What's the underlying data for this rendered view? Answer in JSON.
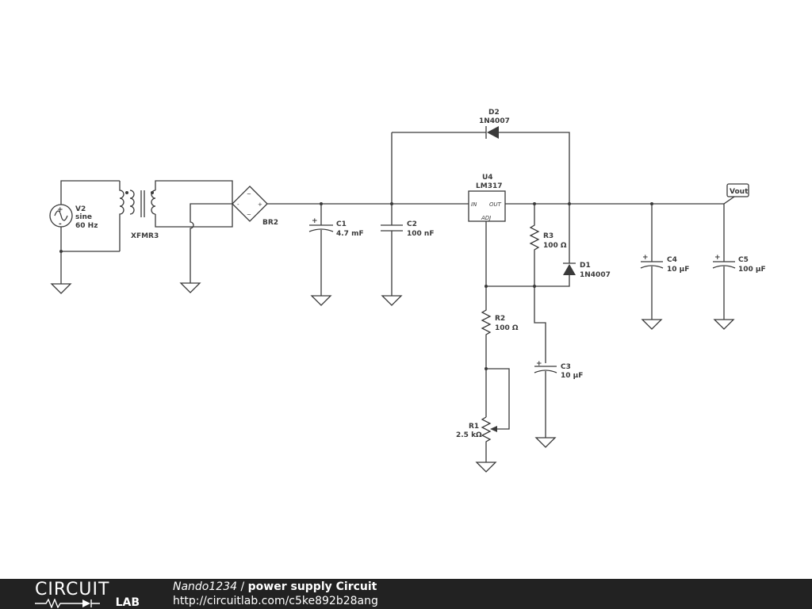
{
  "schematic": {
    "V2": {
      "ref": "V2",
      "type": "sine",
      "freq": "60 Hz"
    },
    "XFMR3": {
      "ref": "XFMR3"
    },
    "BR2": {
      "ref": "BR2",
      "plus": "+",
      "minus": "-",
      "tilde": "~"
    },
    "C1": {
      "ref": "C1",
      "value": "4.7 mF"
    },
    "C2": {
      "ref": "C2",
      "value": "100 nF"
    },
    "U4": {
      "ref": "U4",
      "part": "LM317",
      "pin_in": "IN",
      "pin_out": "OUT",
      "pin_adj": "ADJ"
    },
    "D2": {
      "ref": "D2",
      "part": "1N4007"
    },
    "D1": {
      "ref": "D1",
      "part": "1N4007"
    },
    "R3": {
      "ref": "R3",
      "value": "100 Ω"
    },
    "R2": {
      "ref": "R2",
      "value": "100 Ω"
    },
    "R1": {
      "ref": "R1",
      "value": "2.5 kΩ"
    },
    "C3": {
      "ref": "C3",
      "value": "10 µF"
    },
    "C4": {
      "ref": "C4",
      "value": "10 µF"
    },
    "C5": {
      "ref": "C5",
      "value": "100 µF"
    },
    "Vout": {
      "label": "Vout"
    },
    "polarity": "+"
  },
  "footer": {
    "logo_top": "CIRCUIT",
    "logo_bottom": "LAB",
    "user": "Nando1234",
    "separator": " / ",
    "title": "power supply Circuit",
    "url": "http://circuitlab.com/c5ke892b28ang"
  },
  "colors": {
    "wire": "#3a3a3a",
    "footer_bg": "#222222",
    "footer_text": "#ffffff"
  }
}
